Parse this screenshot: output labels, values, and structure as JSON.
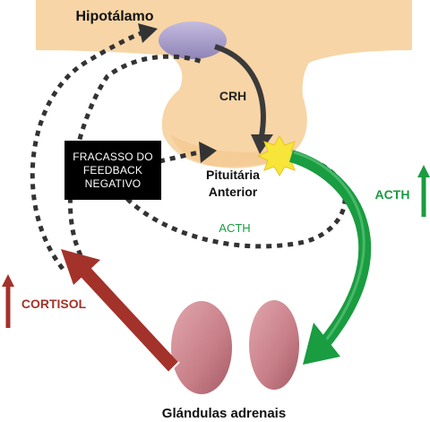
{
  "labels": {
    "hypothalamus": "Hipotálamo",
    "crh": "CRH",
    "pituitary_line1": "Pituitária",
    "pituitary_line2": "Anterior",
    "acth_main": "ACTH",
    "acth_loop": "ACTH",
    "cortisol": "CORTISOL",
    "adrenals": "Glándulas adrenais"
  },
  "failure_box": {
    "lines": [
      "FRACASSO DO",
      "FEEDBACK",
      "NEGATIVO"
    ]
  },
  "colors": {
    "tissue": "#f7d5a6",
    "hypothalamus_node": "#a99ec8",
    "crh_arrow": "#3a3a3a",
    "acth_green": "#1a9c41",
    "cortisol_red": "#a3322a",
    "adrenal": "#c98088",
    "dotted": "#333333",
    "release_star": "#f7e53a"
  }
}
